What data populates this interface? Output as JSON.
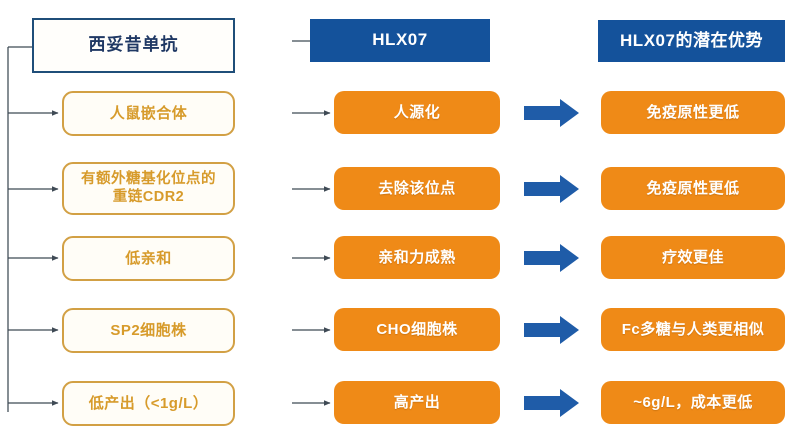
{
  "diagram": {
    "title_note": "HLX07 vs cetuximab comparison flow",
    "colors": {
      "navy": "#14529b",
      "navy_border": "#1f4e79",
      "orange_solid": "#ef8a17",
      "amber_border": "#d2a044",
      "amber_text": "#d79b2b",
      "connector_line": "#3f4a55",
      "arrow_blue": "#1f5ca8",
      "background": "#ffffff"
    },
    "columns": [
      {
        "id": "cetuximab",
        "header": {
          "label": "西妥昔单抗",
          "style": "outline-navy"
        },
        "items": [
          {
            "label": "人鼠嵌合体",
            "lines": [
              "人鼠嵌合体"
            ]
          },
          {
            "label": "有额外糖基化位点的重链CDR2",
            "lines": [
              "有额外糖基化位点的",
              "重链CDR2"
            ]
          },
          {
            "label": "低亲和",
            "lines": [
              "低亲和"
            ]
          },
          {
            "label": "SP2细胞株",
            "lines": [
              "SP2细胞株"
            ]
          },
          {
            "label": "低产出（<1g/L）",
            "lines": [
              "低产出（<1g/L）"
            ]
          }
        ]
      },
      {
        "id": "hlx07",
        "header": {
          "label": "HLX07",
          "style": "solid-navy"
        },
        "items": [
          {
            "label": "人源化",
            "lines": [
              "人源化"
            ]
          },
          {
            "label": "去除该位点",
            "lines": [
              "去除该位点"
            ]
          },
          {
            "label": "亲和力成熟",
            "lines": [
              "亲和力成熟"
            ]
          },
          {
            "label": "CHO细胞株",
            "lines": [
              "CHO细胞株"
            ]
          },
          {
            "label": "高产出",
            "lines": [
              "高产出"
            ]
          }
        ]
      },
      {
        "id": "hlx07-advantages",
        "header": {
          "label": "HLX07的潜在优势",
          "style": "solid-navy"
        },
        "items": [
          {
            "label": "免疫原性更低",
            "lines": [
              "免疫原性更低"
            ]
          },
          {
            "label": "免疫原性更低",
            "lines": [
              "免疫原性更低"
            ]
          },
          {
            "label": "疗效更佳",
            "lines": [
              "疗效更佳"
            ]
          },
          {
            "label": "Fc多糖与人类更相似",
            "lines": [
              "Fc多糖与人类更相似"
            ]
          },
          {
            "label": "~6g/L，成本更低",
            "lines": [
              "~6g/L，成本更低"
            ]
          }
        ]
      }
    ],
    "connectors": {
      "left_trunk": "vertical line branching to 5 arrows",
      "middle_arrows": "5 thin arrows into HLX07 items",
      "block_arrows": "5 solid blue block arrows from HLX07 items to advantage items"
    }
  }
}
